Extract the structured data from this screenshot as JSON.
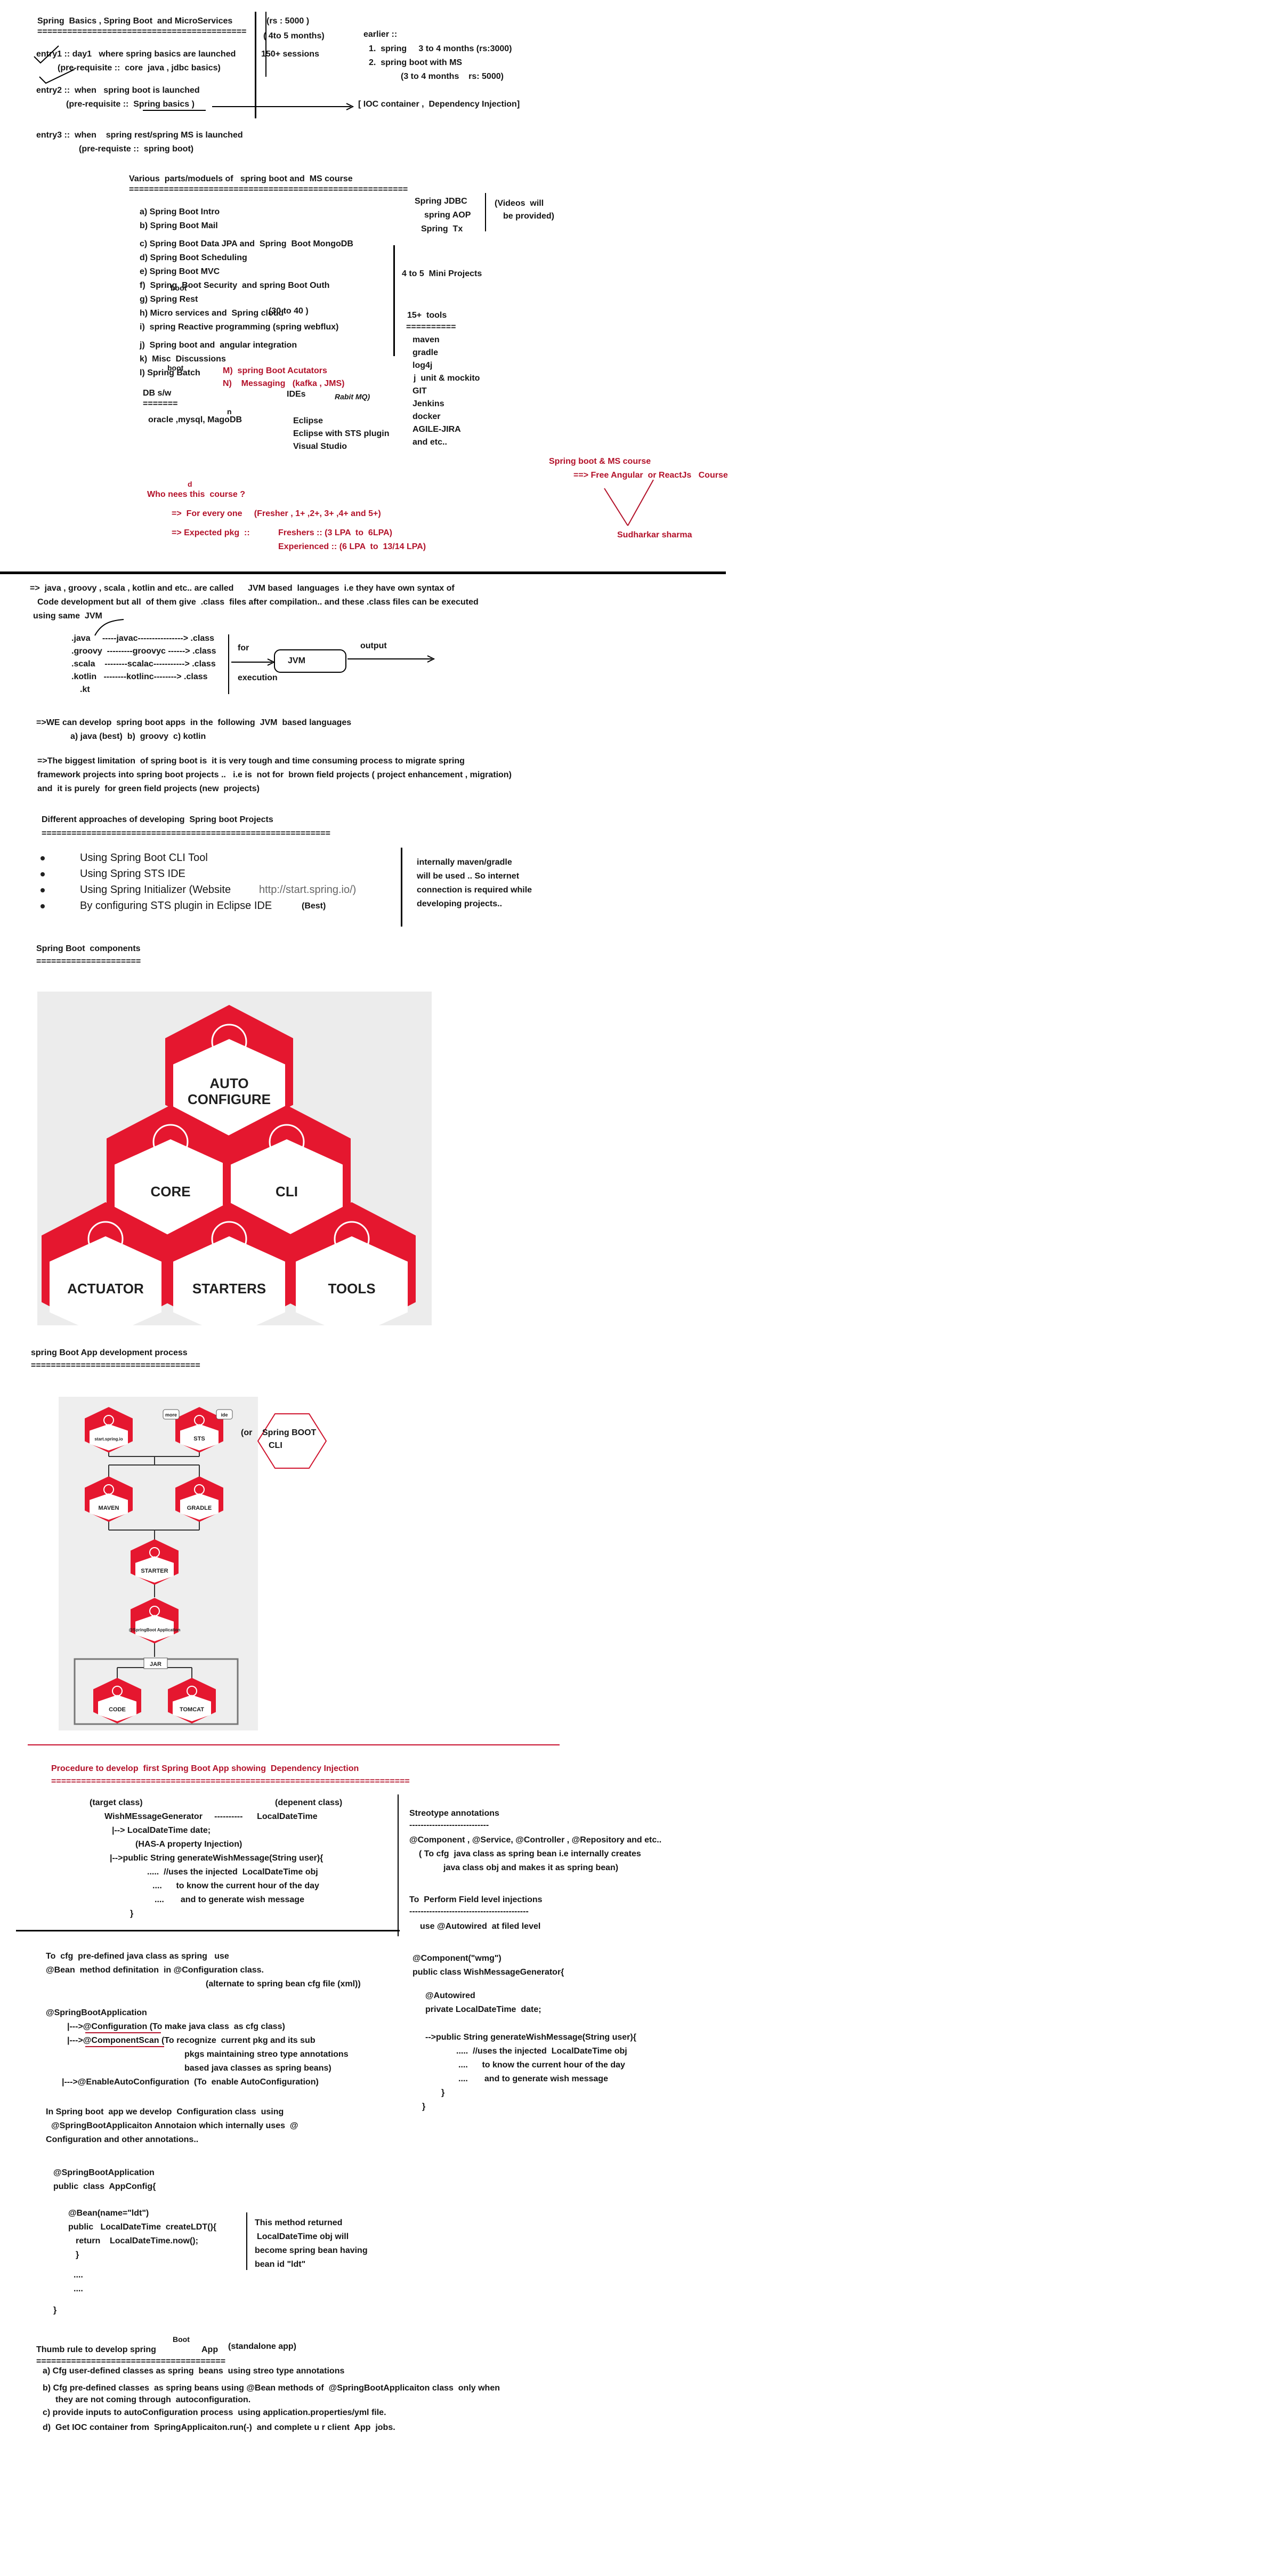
{
  "header": {
    "title": "Spring  Basics , Spring Boot  and MicroServices",
    "underline": "==========================================",
    "fee": "(rs : 5000 )",
    "duration": "( 4to 5 months)",
    "sessions": "150+ sessions",
    "earlier_label": "earlier ::",
    "earlier_1": "1.  spring     3 to 4 months (rs:3000)",
    "earlier_2": "2.  spring boot with MS",
    "earlier_2b": "(3 to 4 months    rs: 5000)",
    "entry1": "entry1 :: day1   where spring basics are launched",
    "entry1_pre": "(pre-requisite ::  core  java , jdbc basics)",
    "entry2": "entry2 ::  when   spring boot is launched",
    "entry2_pre": "(pre-requisite ::  Spring basics )",
    "entry2_arrow_target": "[ IOC container ,  Dependency Injection]",
    "entry3": "entry3 ::  when    spring rest/spring MS is launched",
    "entry3_pre": "(pre-requiste ::  spring boot)"
  },
  "modules": {
    "title": "Various  parts/moduels of   spring boot and  MS course",
    "underline": "========================================================",
    "items": [
      "a) Spring Boot Intro",
      "b) Spring Boot Mail",
      "c) Spring Boot Data JPA and  Spring  Boot MongoDB",
      "d) Spring Boot Scheduling",
      "e) Spring Boot MVC",
      "f)  Spring  Boot Security  and spring Boot Outh",
      "g) Spring Rest",
      "h) Micro services and  Spring cloud",
      "i)  spring Reactive programming (spring webflux)",
      "j)  Spring boot and  angular integration",
      "k)  Misc  Discussions",
      "l) Spring Batch"
    ],
    "h_note": "(30 to 40 )",
    "boot_note_g": "boot",
    "boot_note_l": "boot",
    "m_item": "M)  spring Boot Acutators",
    "n_item": "N)    Messaging   (kafka , JMS)",
    "rabbit": "Rabit MQ)",
    "jdbc": "Spring JDBC",
    "aop": "spring AOP",
    "tx": "Spring  Tx",
    "videos": "(Videos  will",
    "videos2": "be provided)",
    "mini": "4 to 5  Mini Projects",
    "tools_title": "15+  tools",
    "tools_underline": "==========",
    "tools": [
      "maven",
      "gradle",
      "log4j",
      "j  unit & mockito",
      "GIT",
      "Jenkins",
      "docker",
      "AGILE-JIRA",
      "and etc.."
    ],
    "db_title": "DB s/w",
    "db_underline": "=======",
    "db_list": "oracle ,mysql, MagoDB",
    "ide_title": "IDEs",
    "ide_list": [
      "Eclipse",
      "Eclipse with STS plugin",
      "Visual Studio"
    ],
    "free_title": "Spring boot & MS course",
    "free_line": "==> Free Angular  or ReactJs   Course",
    "author": "Sudharkar sharma",
    "who_title": "Who nees this  course ?",
    "who_1": "=>  For every one     (Fresher , 1+ ,2+, 3+ ,4+ and 5+)",
    "who_2": "=> Expected pkg  ::",
    "freshers": "Freshers :: (3 LPA  to  6LPA)",
    "experienced": "Experienced :: (6 LPA  to  13/14 LPA)",
    "d_note": "d",
    "n_note": "n"
  },
  "jvm": {
    "line1": "=>  java , groovy , scala , kotlin and etc.. are called      JVM based  languages  i.e they have own syntax of",
    "line2": "Code development but all  of them give  .class  files after compilation.. and these .class files can be executed",
    "line3": "using same  JVM",
    "rows": [
      ".java     -----javac----------------> .class",
      ".groovy  ---------groovyc ------> .class",
      ".scala    --------scalac-----------> .class",
      ".kotlin   --------kotlinc--------> .class",
      ".kt"
    ],
    "for_label": "for",
    "execution_label": "execution",
    "jvm_label": "JVM",
    "output_label": "output",
    "dev_line": "=>WE can develop  spring boot apps  in the  following  JVM  based languages",
    "dev_langs": "a) java (best)  b)  groovy  c) kotlin",
    "lim1": "=>The biggest limitation  of spring boot is  it is very tough and time consuming process to migrate spring",
    "lim2": "framework projects into spring boot projects ..   i.e is  not for  brown field projects ( project enhancement , migration)",
    "lim3": "and  it is purely  for green field projects (new  projects)"
  },
  "approaches": {
    "title": "Different approaches of developing  Spring boot Projects",
    "underline": "==========================================================",
    "items": [
      "Using Spring Boot CLI Tool",
      "Using Spring STS IDE",
      "Using Spring Initializer (Website ",
      "By configuring STS plugin in Eclipse IDE"
    ],
    "url": "http://start.spring.io/)",
    "best": "(Best)",
    "note": [
      "internally maven/gradle",
      "will be used .. So internet",
      "connection is required while",
      "developing projects.."
    ]
  },
  "components": {
    "title": "Spring Boot  components",
    "underline": "=====================",
    "hexes": [
      "AUTO",
      "CONFIGURE",
      "CORE",
      "CLI",
      "ACTUATOR",
      "STARTERS",
      "TOOLS"
    ]
  },
  "process": {
    "title": "spring Boot App development process",
    "underline": "==================================",
    "nodes": [
      "start.spring.io",
      "STS",
      "MAVEN",
      "GRADLE",
      "STARTER",
      "@SpringBoot Application",
      "JAR",
      "CODE",
      "TOMCAT"
    ],
    "badges": [
      "more",
      "ide"
    ],
    "or_label": "(or",
    "cli_label": "Spring BOOT",
    "cli_label2": "CLI"
  },
  "procedure": {
    "title": "Procedure to develop  first Spring Boot App showing  Dependency Injection",
    "underline": "========================================================================",
    "target": "(target class)",
    "dependent": "(depenent class)",
    "wish": "WishMEssageGenerator     ----------      LocalDateTime",
    "lines": [
      "|--> LocalDateTime date;",
      "(HAS-A property Injection)",
      "|-->public String generateWishMessage(String user){",
      ".....  //uses the injected  LocalDateTime obj",
      "....      to know the current hour of the day",
      "....       and to generate wish message",
      "}"
    ],
    "stereo_title": "Streotype annotations",
    "stereo_underline": "----------------------------",
    "stereo_1": "@Component , @Service, @Controller , @Repository and etc..",
    "stereo_2": "( To cfg  java class as spring bean i.e internally creates",
    "stereo_3": "java class obj and makes it as spring bean)",
    "field_title": "To  Perform Field level injections",
    "field_underline": "------------------------------------------",
    "field_1": "use @Autowired  at filed level",
    "cfg_1": "To  cfg  pre-defined java class as spring   use",
    "cfg_2": "@Bean  method definitation  in @Configuration class.",
    "cfg_3": "(alternate to spring bean cfg file (xml))",
    "sba": "@SpringBootApplication",
    "sba_1": "|--->@Configuration (To make java class  as cfg class)",
    "sba_2": "|--->@ComponentScan (To recognize  current pkg and its sub",
    "sba_3": "pkgs maintaining streo type annotations",
    "sba_4": "based java classes as spring beans)",
    "sba_5": "|--->@EnableAutoConfiguration  (To  enable AutoConfiguration)",
    "in_1": "In Spring boot  app we develop  Configuration class  using",
    "in_2": "@SpringBootApplicaiton Annotaion which internally uses  @",
    "in_3": "Configuration and other annotations..",
    "code_1": "@SpringBootApplication",
    "code_2": "public  class  AppConfig{",
    "code_3": "@Bean(name=\"ldt\")",
    "code_4": "public   LocalDateTime  createLDT(){",
    "code_5": "return    LocalDateTime.now();",
    "code_6": "}",
    "code_7": "....",
    "code_8": "....",
    "code_9": "}",
    "code_note": [
      "This method returned",
      "LocalDateTime obj will",
      "become spring bean having",
      "bean id \"ldt\""
    ],
    "comp_1": "@Component(\"wmg\")",
    "comp_2": "public class WishMessageGenerator{",
    "comp_3": "@Autowired",
    "comp_4": "private LocalDateTime  date;",
    "comp_5": "-->public String generateWishMessage(String user){",
    "comp_6": ".....  //uses the injected  LocalDateTime obj",
    "comp_7": "....      to know the current hour of the day",
    "comp_8": "....       and to generate wish message",
    "comp_9": "}",
    "comp_10": "}"
  },
  "thumb": {
    "title": "Thumb rule to develop spring",
    "boot": "Boot",
    "app": "App",
    "standalone": "(standalone app)",
    "underline": "======================================",
    "rules": [
      "a) Cfg user-defined classes as spring  beans  using streo type annotations",
      "b) Cfg pre-defined classes  as spring beans using @Bean methods of  @SpringBootApplicaiton class  only when",
      "they are not coming through  autoconfiguration.",
      "c) provide inputs to autoConfiguration process  using application.properties/yml file.",
      "d)  Get IOC container from  SpringApplicaiton.run(-)  and complete u r client  App  jobs."
    ]
  },
  "colors": {
    "red": "#c8102e",
    "text": "#141414",
    "hex_bg": "#ffffff"
  }
}
